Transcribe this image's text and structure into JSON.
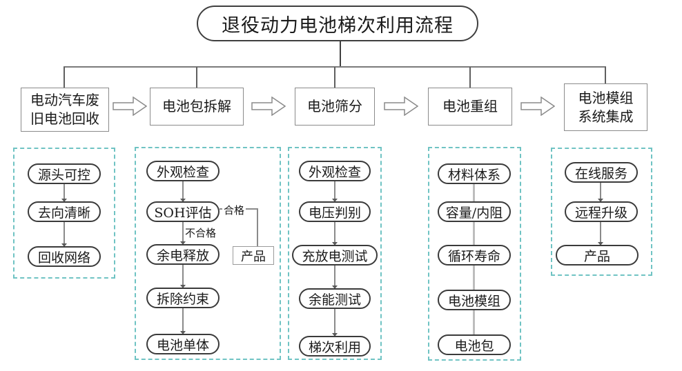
{
  "title": "退役动力电池梯次利用流程",
  "colors": {
    "panel_dashed_border": "#6fc3c3",
    "connector_gray": "#8a8a8a",
    "connector_light_gray": "#bdbdbd",
    "box_border": "#8a8a8a",
    "stadium_border": "#3a3a3a",
    "text": "#1a1a1a"
  },
  "main_steps": [
    {
      "line1": "电动汽车废",
      "line2": "旧电池回收"
    },
    {
      "line1": "电池包拆解",
      "line2": ""
    },
    {
      "line1": "电池筛分",
      "line2": ""
    },
    {
      "line1": "电池重组",
      "line2": ""
    },
    {
      "line1": "电池模组",
      "line2": "系统集成"
    }
  ],
  "columns": [
    {
      "items": [
        "源头可控",
        "去向清晰",
        "回收网络"
      ]
    },
    {
      "items": [
        "外观检查",
        "SOH评估",
        "余电释放",
        "拆除约束",
        "电池单体"
      ],
      "branch": {
        "pass_label": "合格",
        "fail_label": "不合格",
        "product_label": "产品"
      }
    },
    {
      "items": [
        "外观检查",
        "电压判别",
        "充放电测试",
        "余能测试",
        "梯次利用"
      ]
    },
    {
      "items": [
        "材料体系",
        "容量/内阻",
        "循环寿命",
        "电池模组",
        "电池包"
      ]
    },
    {
      "items": [
        "在线服务",
        "远程升级",
        "产品"
      ]
    }
  ]
}
